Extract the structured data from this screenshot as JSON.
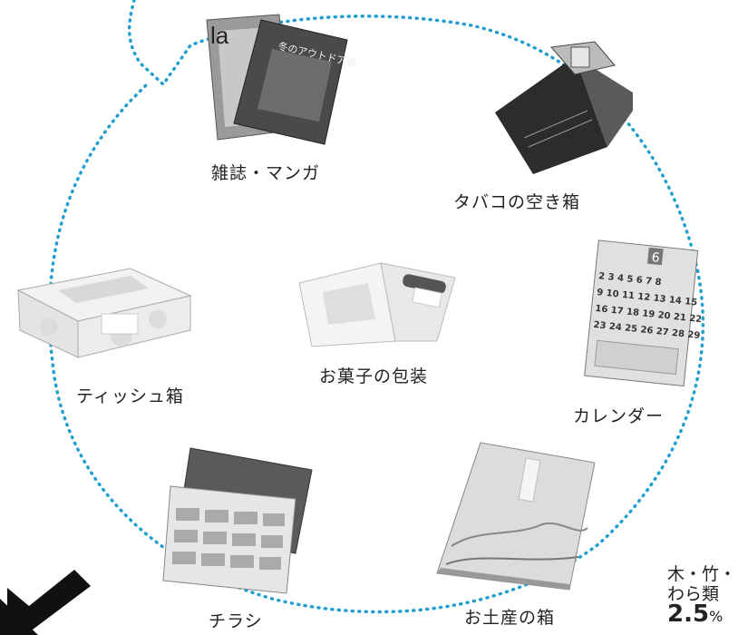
{
  "items": [
    {
      "id": "magazines",
      "label": "雑誌・マンガ"
    },
    {
      "id": "cigarette_box",
      "label": "タバコの空き箱"
    },
    {
      "id": "calendar",
      "label": "カレンダー"
    },
    {
      "id": "tissue_box",
      "label": "ティッシュ箱"
    },
    {
      "id": "snack_package",
      "label": "お菓子の包装"
    },
    {
      "id": "flyers",
      "label": "チラシ"
    },
    {
      "id": "souvenir_box",
      "label": "お土産の箱"
    }
  ],
  "stat": {
    "line1": "木・竹・",
    "line2": "わら類",
    "value": "2.5",
    "unit": "%"
  },
  "magazine_text": {
    "title": "la",
    "cover": "冬のアウトドア遊び"
  },
  "calendar_text": {
    "month": "6",
    "rows": [
      "2 3 4 5 6 7 8",
      "9 10 11 12 13 14 15",
      "16 17 18 19 20 21 22",
      "23 24 25 26 27 28 29"
    ]
  },
  "colors": {
    "dotted_line": "#1f9fd0",
    "arrow": "#111111",
    "photo": "#8a8a8a"
  }
}
